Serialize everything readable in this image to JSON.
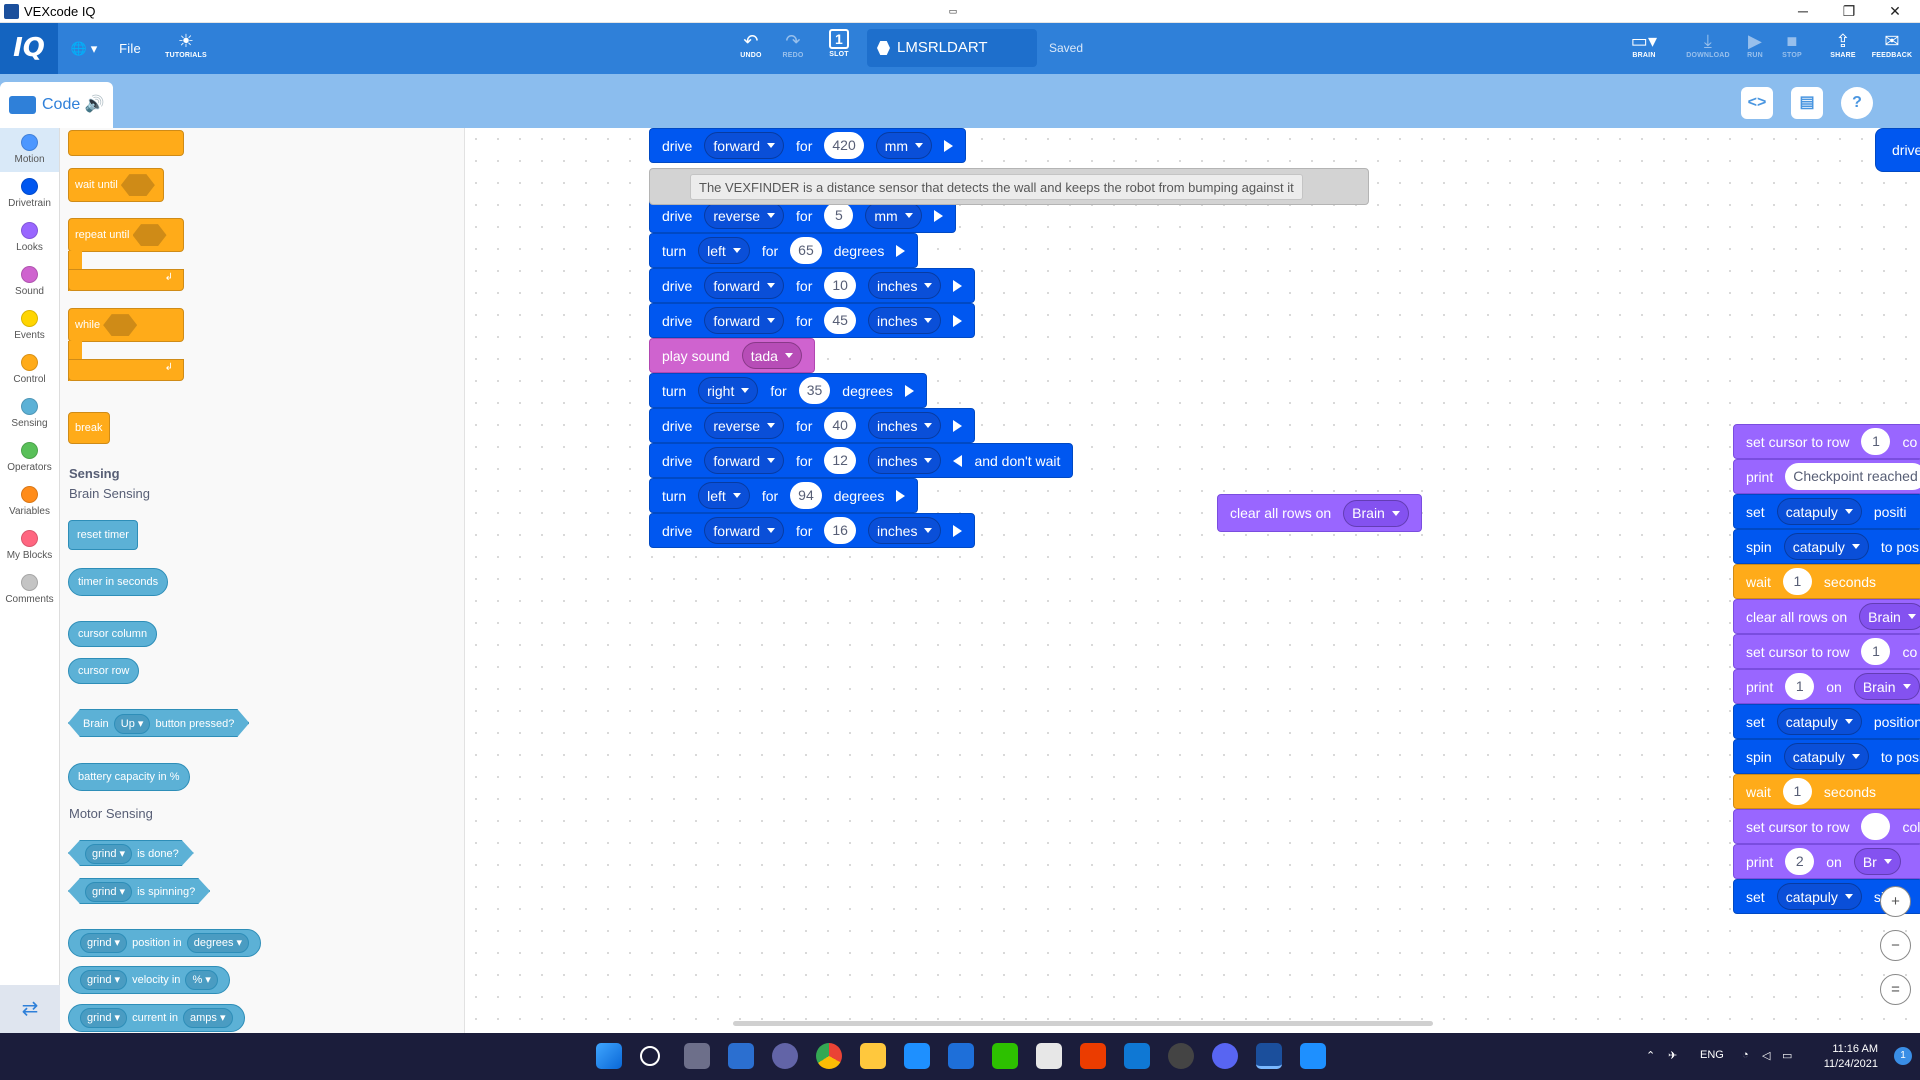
{
  "window": {
    "title": "VEXcode IQ",
    "min_label": "─",
    "max_label": "❐",
    "close_label": "✕"
  },
  "toolbar": {
    "logo": "IQ",
    "globe": "🌐 ▾",
    "file": "File",
    "tutorials": "TUTORIALS",
    "undo": "UNDO",
    "redo": "REDO",
    "slot": "SLOT",
    "slot_number": "1",
    "project_name": "LMSRLDART",
    "saved": "Saved",
    "brain": "BRAIN",
    "download": "DOWNLOAD",
    "run": "RUN",
    "stop": "STOP",
    "share": "SHARE",
    "feedback": "FEEDBACK"
  },
  "tabs": {
    "code": "Code",
    "code_view_icon": "<>",
    "devices_icon": "▤",
    "help_icon": "?"
  },
  "categories": [
    {
      "label": "Motion",
      "color": "#4c97ff"
    },
    {
      "label": "Drivetrain",
      "color": "#0057f0"
    },
    {
      "label": "Looks",
      "color": "#9966ff"
    },
    {
      "label": "Sound",
      "color": "#cf63cf"
    },
    {
      "label": "Events",
      "color": "#ffd500"
    },
    {
      "label": "Control",
      "color": "#ffab19"
    },
    {
      "label": "Sensing",
      "color": "#5cb1d6"
    },
    {
      "label": "Operators",
      "color": "#59c059"
    },
    {
      "label": "Variables",
      "color": "#ff8c1a"
    },
    {
      "label": "My Blocks",
      "color": "#ff6680"
    },
    {
      "label": "Comments",
      "color": "#c4c4c4"
    }
  ],
  "palette": {
    "wait_until": "wait until",
    "repeat_until": "repeat until",
    "while": "while",
    "break": "break",
    "sensing_heading": "Sensing",
    "brain_sensing": "Brain Sensing",
    "reset_timer": "reset timer",
    "timer_in_seconds": "timer in seconds",
    "cursor_column": "cursor column",
    "cursor_row": "cursor row",
    "brain_button": {
      "brain": "Brain",
      "button": "Up",
      "suffix": "button pressed?"
    },
    "battery": "battery capacity in %",
    "motor_sensing": "Motor Sensing",
    "motor": "grind",
    "is_done": "is done?",
    "is_spinning": "is spinning?",
    "position_in": "position in",
    "degrees": "degrees",
    "velocity_in": "velocity in",
    "percent": "%",
    "current_in": "current in",
    "amps": "amps"
  },
  "script": {
    "comment": "The VEXFINDER is a distance sensor that detects the wall and keeps the robot from bumping against it",
    "blocks": [
      {
        "type": "drive",
        "dir": "forward",
        "val": "420",
        "unit": "mm"
      },
      {
        "type": "drive",
        "dir": "reverse",
        "val": "5",
        "unit": "mm"
      },
      {
        "type": "turn",
        "dir": "left",
        "val": "65",
        "unit": "degrees"
      },
      {
        "type": "drive",
        "dir": "forward",
        "val": "10",
        "unit": "inches"
      },
      {
        "type": "drive",
        "dir": "forward",
        "val": "45",
        "unit": "inches"
      },
      {
        "type": "sound",
        "label": "play sound",
        "sound": "tada"
      },
      {
        "type": "turn",
        "dir": "right",
        "val": "35",
        "unit": "degrees"
      },
      {
        "type": "drive",
        "dir": "reverse",
        "val": "40",
        "unit": "inches"
      },
      {
        "type": "drive",
        "dir": "forward",
        "val": "12",
        "unit": "inches",
        "suffix": "and don't wait"
      },
      {
        "type": "turn",
        "dir": "left",
        "val": "94",
        "unit": "degrees"
      },
      {
        "type": "drive",
        "dir": "forward",
        "val": "16",
        "unit": "inches"
      }
    ],
    "words": {
      "drive": "drive",
      "turn": "turn",
      "for": "for"
    }
  },
  "floating": {
    "clear_all_rows_on": "clear all rows on",
    "brain": "Brain"
  },
  "right_stack": {
    "drive_label": "drive",
    "rows": [
      {
        "cls": "looks",
        "parts": [
          "set cursor to row",
          "#1",
          "co"
        ]
      },
      {
        "cls": "looks",
        "parts": [
          "print",
          "@Checkpoint reached"
        ]
      },
      {
        "cls": "motion",
        "parts": [
          "set",
          "%catapuly",
          "positi"
        ]
      },
      {
        "cls": "motion",
        "parts": [
          "spin",
          "%catapuly",
          "to pos"
        ]
      },
      {
        "cls": "ctrlb",
        "parts": [
          "wait",
          "#1",
          "seconds"
        ]
      },
      {
        "cls": "looks",
        "parts": [
          "clear all rows on",
          "%Brain"
        ]
      },
      {
        "cls": "looks",
        "parts": [
          "set cursor to row",
          "#1",
          "co"
        ]
      },
      {
        "cls": "looks",
        "parts": [
          "print",
          "#1",
          "on",
          "%Brain"
        ]
      },
      {
        "cls": "motion",
        "parts": [
          "set",
          "%catapuly",
          "position"
        ]
      },
      {
        "cls": "motion",
        "parts": [
          "spin",
          "%catapuly",
          "to posit"
        ]
      },
      {
        "cls": "ctrlb",
        "parts": [
          "wait",
          "#1",
          "seconds"
        ]
      },
      {
        "cls": "looks",
        "parts": [
          "set cursor to row",
          "#",
          "colu"
        ]
      },
      {
        "cls": "looks",
        "parts": [
          "print",
          "#2",
          "on",
          "%Br"
        ]
      },
      {
        "cls": "motion",
        "parts": [
          "set",
          "%catapuly",
          "sition"
        ]
      }
    ]
  },
  "zoom": {
    "in": "+",
    "out": "−",
    "reset": "="
  },
  "taskbar": {
    "lang": "ENG",
    "time": "11:16 AM",
    "date": "11/24/2021",
    "notif": "1"
  }
}
